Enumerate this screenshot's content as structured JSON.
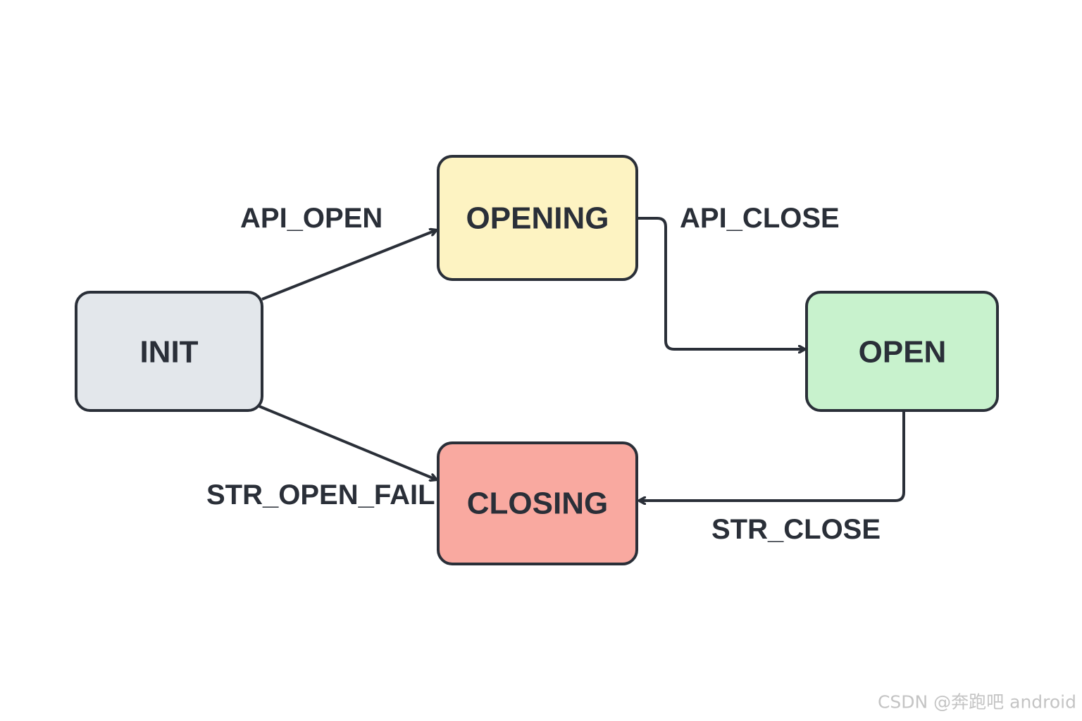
{
  "diagram": {
    "states": {
      "init": {
        "label": "INIT",
        "color": "#e3e7eb"
      },
      "opening": {
        "label": "OPENING",
        "color": "#fdf3c2"
      },
      "open": {
        "label": "OPEN",
        "color": "#c8f2cd"
      },
      "closing": {
        "label": "CLOSING",
        "color": "#f9a9a0"
      }
    },
    "transitions": {
      "api_open": {
        "label": "API_OPEN",
        "from": "INIT",
        "to": "OPENING"
      },
      "api_close": {
        "label": "API_CLOSE",
        "from": "OPENING",
        "to": "OPEN"
      },
      "str_open_fail": {
        "label": "STR_OPEN_FAIL",
        "from": "INIT",
        "to": "CLOSING"
      },
      "str_close": {
        "label": "STR_CLOSE",
        "from": "OPEN",
        "to": "CLOSING"
      }
    },
    "line_color": "#2a2f38"
  },
  "watermark": "CSDN @奔跑吧 android"
}
